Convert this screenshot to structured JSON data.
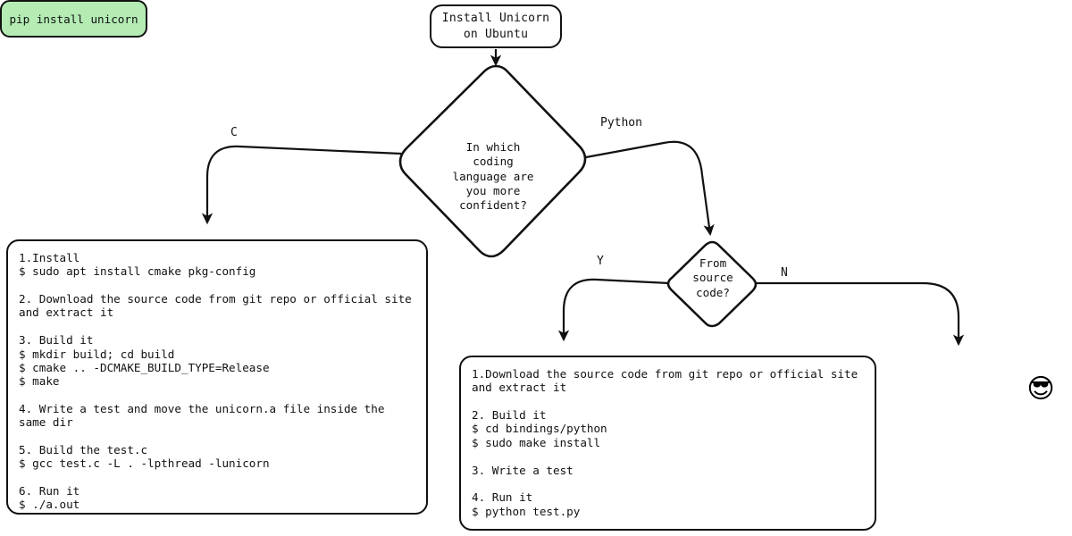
{
  "diagram": {
    "title": "Install Unicorn on Ubuntu flowchart",
    "colors": {
      "stroke": "#111111",
      "background": "#ffffff",
      "accent_green": "#b4ecb4"
    },
    "start_node": {
      "label": "Install Unicorn\non Ubuntu"
    },
    "decision_main": {
      "label": "In which\ncoding\nlanguage are\nyou more\nconfident?"
    },
    "decision_source": {
      "label": "From\nsource\ncode?"
    },
    "edge_labels": {
      "c": "C",
      "python": "Python",
      "yes": "Y",
      "no": "N"
    },
    "c_steps_box": {
      "text": "1.Install\n$ sudo apt install cmake pkg-config\n\n2. Download the source code from git repo or official site and extract it\n\n3. Build it\n$ mkdir build; cd build\n$ cmake .. -DCMAKE_BUILD_TYPE=Release\n$ make\n\n4. Write a test and move the unicorn.a file inside the same dir\n\n5. Build the test.c\n$ gcc test.c -L . -lpthread -lunicorn\n\n6. Run it\n$ ./a.out"
    },
    "python_steps_box": {
      "text": "1.Download the source code from git repo or official site and extract it\n\n2. Build it\n$ cd bindings/python\n$ sudo make install\n\n3. Write a test\n\n4. Run it\n$ python test.py"
    },
    "pip_node": {
      "label": "pip install unicorn",
      "badge": "😎",
      "badge_name": "sunglasses-emoji"
    }
  }
}
